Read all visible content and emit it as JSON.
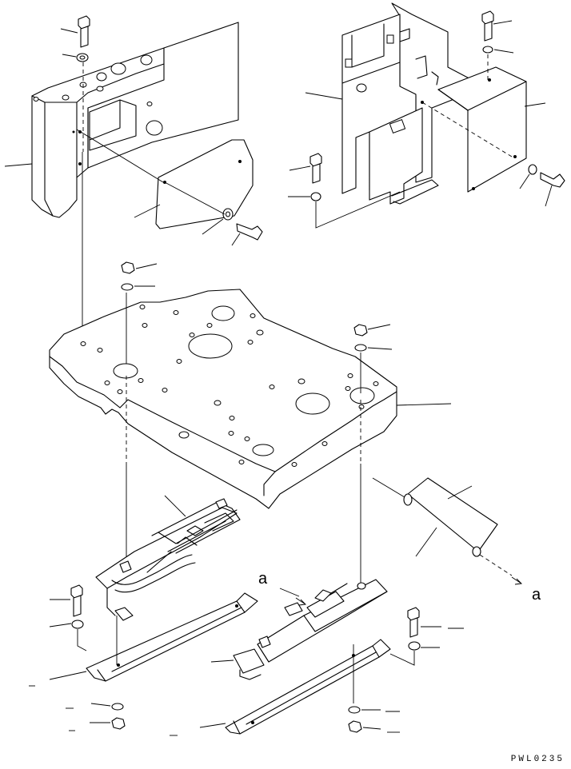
{
  "diagram": {
    "drawing_code": "PWL0235",
    "callouts": [
      {
        "id": "callout-a-left",
        "text": "a"
      },
      {
        "id": "callout-a-right",
        "text": "a"
      }
    ]
  }
}
